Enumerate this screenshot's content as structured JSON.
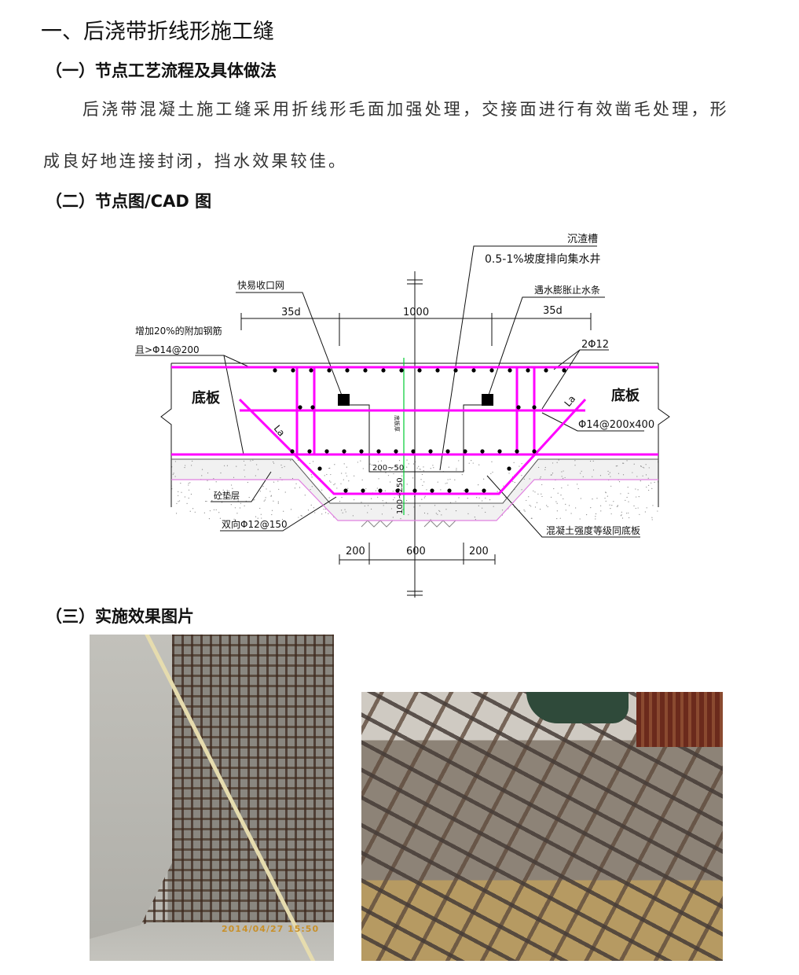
{
  "heading": "一、后浇带折线形施工缝",
  "section1": {
    "title": "（一）节点工艺流程及具体做法",
    "paragraph_line1": "后浇带混凝土施工缝采用折线形毛面加强处理，交接面进行有效凿毛处理，形",
    "paragraph_line2": "成良好地连接封闭，挡水效果较佳。"
  },
  "section2": {
    "title": "（二）节点图/CAD 图",
    "cad": {
      "colors": {
        "rebar": "#ff00ff",
        "axis": "#00cc33",
        "line": "#111111"
      },
      "labels": {
        "sediment_trough": "沉渣槽",
        "slope": "0.5-1%坡度排向集水井",
        "mesh": "快易收口网",
        "water_stop": "遇水膨胀止水条",
        "extra_rebar_1": "增加20%的附加钢筋",
        "extra_rebar_2": "且>Φ14@200",
        "bar_2_12": "2Φ12",
        "slab_left": "底板",
        "slab_right": "底板",
        "la_left": "La",
        "la_right": "La",
        "stirrup": "Φ14@200x400",
        "slab_thickness": "底板厚",
        "depth_1": "200~50",
        "depth_2": "100~250",
        "cushion": "砼垫层",
        "bidirectional": "双向Φ12@150",
        "concrete_grade": "混凝土强度等级同底板"
      },
      "dims_top": [
        "35d",
        "1000",
        "35d"
      ],
      "dims_bottom": [
        "200",
        "600",
        "200"
      ]
    }
  },
  "section3": {
    "title": "（三）实施效果图片",
    "photo1_timestamp": "2014/04/27 15:50"
  }
}
